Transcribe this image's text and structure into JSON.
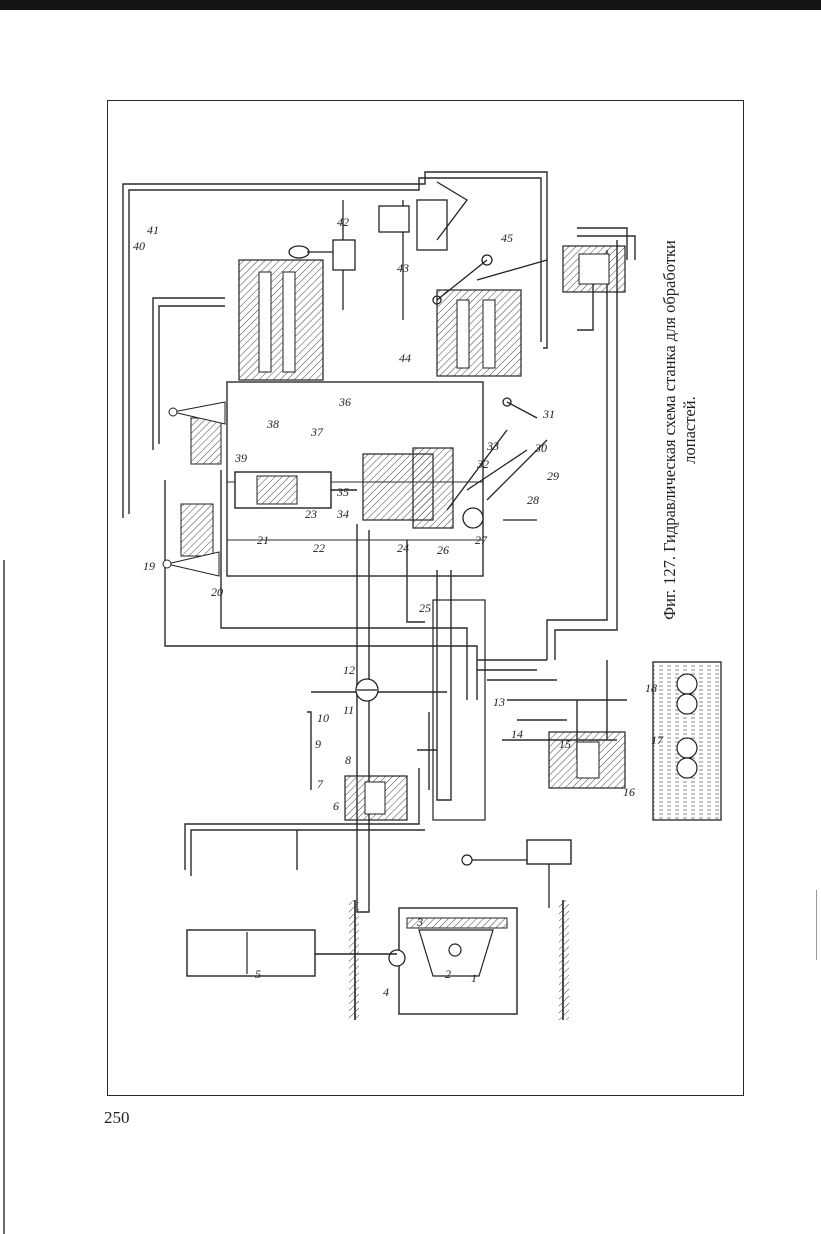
{
  "page": {
    "number": "250",
    "caption_line1": "Фиг. 127. Гидравлическая схема станка для обработки",
    "caption_line2": "лопастей."
  },
  "diagram": {
    "callouts": [
      "1",
      "2",
      "3",
      "4",
      "5",
      "6",
      "7",
      "8",
      "9",
      "10",
      "11",
      "12",
      "13",
      "14",
      "15",
      "16",
      "17",
      "18",
      "19",
      "20",
      "21",
      "22",
      "23",
      "24",
      "25",
      "26",
      "27",
      "28",
      "29",
      "30",
      "31",
      "32",
      "33",
      "34",
      "35",
      "36",
      "37",
      "38",
      "39",
      "40",
      "41",
      "42",
      "43",
      "44",
      "45"
    ]
  }
}
